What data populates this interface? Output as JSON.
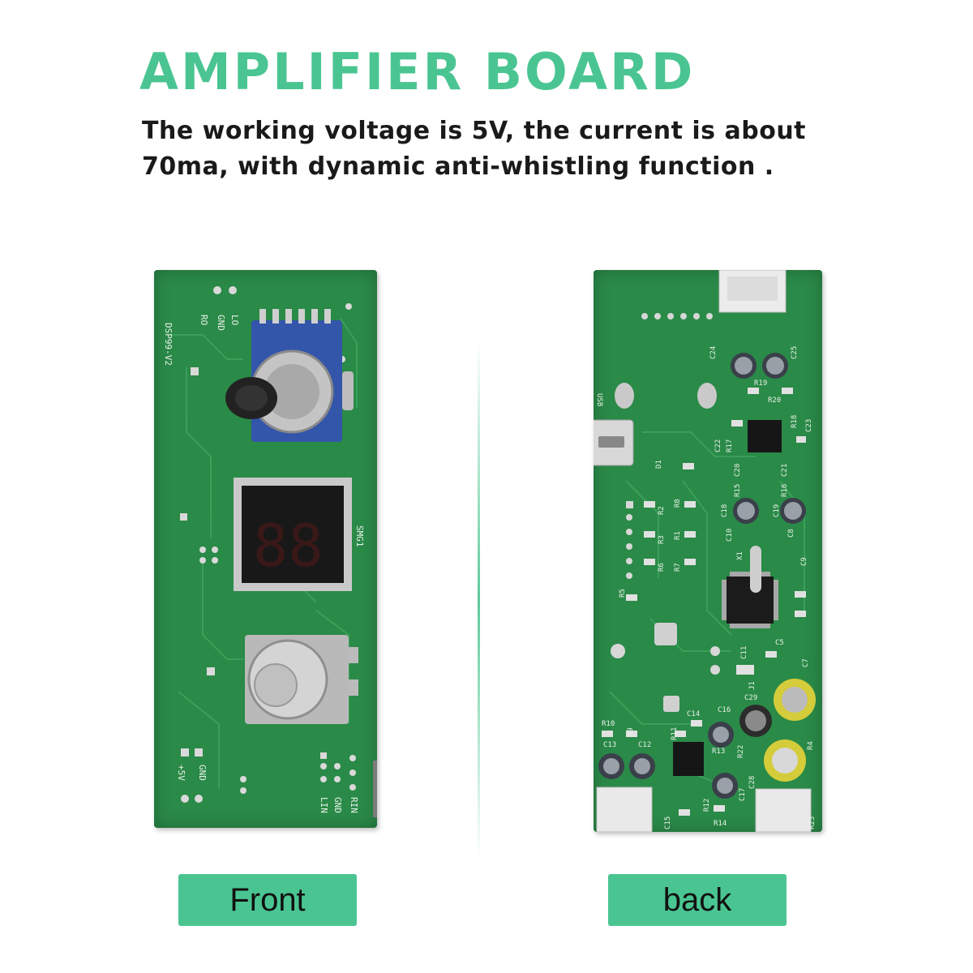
{
  "header": {
    "title": "AMPLIFIER BOARD",
    "description": "The working voltage is 5V, the current is about 70ma, with dynamic anti-whistling function ."
  },
  "front_board": {
    "silkscreen": {
      "model": "DSP99-V2",
      "lo": "LO",
      "gnd_top": "GND",
      "ro": "RO",
      "smg": "SMG1",
      "plus5v": "+5V",
      "gnd_bottom": "GND",
      "lin": "LIN",
      "gnd_right": "GND",
      "rin": "RIN"
    },
    "display_digits": "88"
  },
  "back_board": {
    "silkscreen": {
      "usb": "USB",
      "c24": "C24",
      "c25": "C25",
      "r19": "R19",
      "r20": "R20",
      "r17": "R17",
      "r18": "R18",
      "c22": "C22",
      "c23": "C23",
      "d1": "D1",
      "c20": "C20",
      "c21": "C21",
      "r15": "R15",
      "r16": "R16",
      "r2": "R2",
      "r8": "R8",
      "r3": "R3",
      "r1": "R1",
      "r6": "R6",
      "r7": "R7",
      "r5": "R5",
      "c18": "C18",
      "c19": "C19",
      "c10": "C10",
      "c8": "C8",
      "x1": "X1",
      "c9": "C9",
      "c11": "C11",
      "c5": "C5",
      "c7": "C7",
      "j1": "J1",
      "c29": "C29",
      "c16": "C16",
      "c14": "C14",
      "r10": "R10",
      "r9": "R9",
      "r11": "R11",
      "c13": "C13",
      "c12": "C12",
      "r13": "R13",
      "r22": "R22",
      "c28": "C28",
      "r4": "R4",
      "c17": "C17",
      "r12": "R12",
      "r14": "R14",
      "c15": "C15",
      "r23": "R23"
    }
  },
  "labels": {
    "front": "Front",
    "back": "back"
  },
  "colors": {
    "accent": "#4ac591",
    "title": "#4ac591",
    "pcb": "#2a8a48",
    "text": "#1a1a1a"
  }
}
